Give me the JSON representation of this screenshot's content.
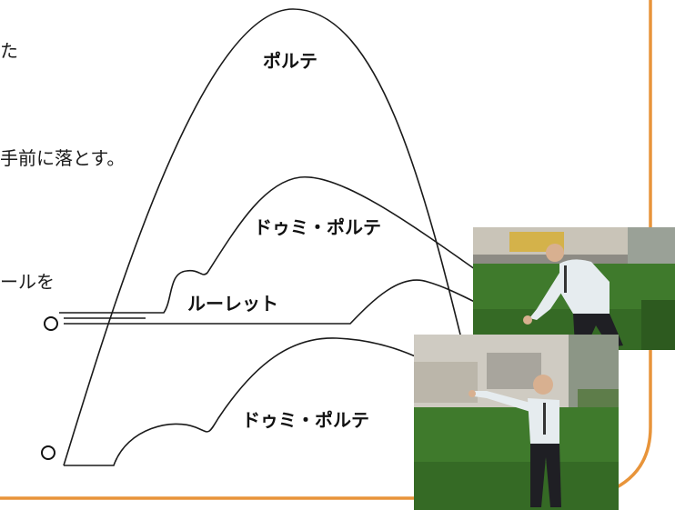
{
  "text_fragments": {
    "frag1": "た",
    "frag2": "手前に落とす。",
    "frag3": "ールを"
  },
  "labels": {
    "porte": "ポルテ",
    "demi_porte_1": "ドゥミ・ポルテ",
    "roulette": "ルーレット",
    "demi_porte_2": "ドゥミ・ポルテ"
  },
  "colors": {
    "frame_orange": "#E8943A",
    "line": "#1a1a1a",
    "grass": "#3f7a2c",
    "shirt": "#e6ecef"
  }
}
